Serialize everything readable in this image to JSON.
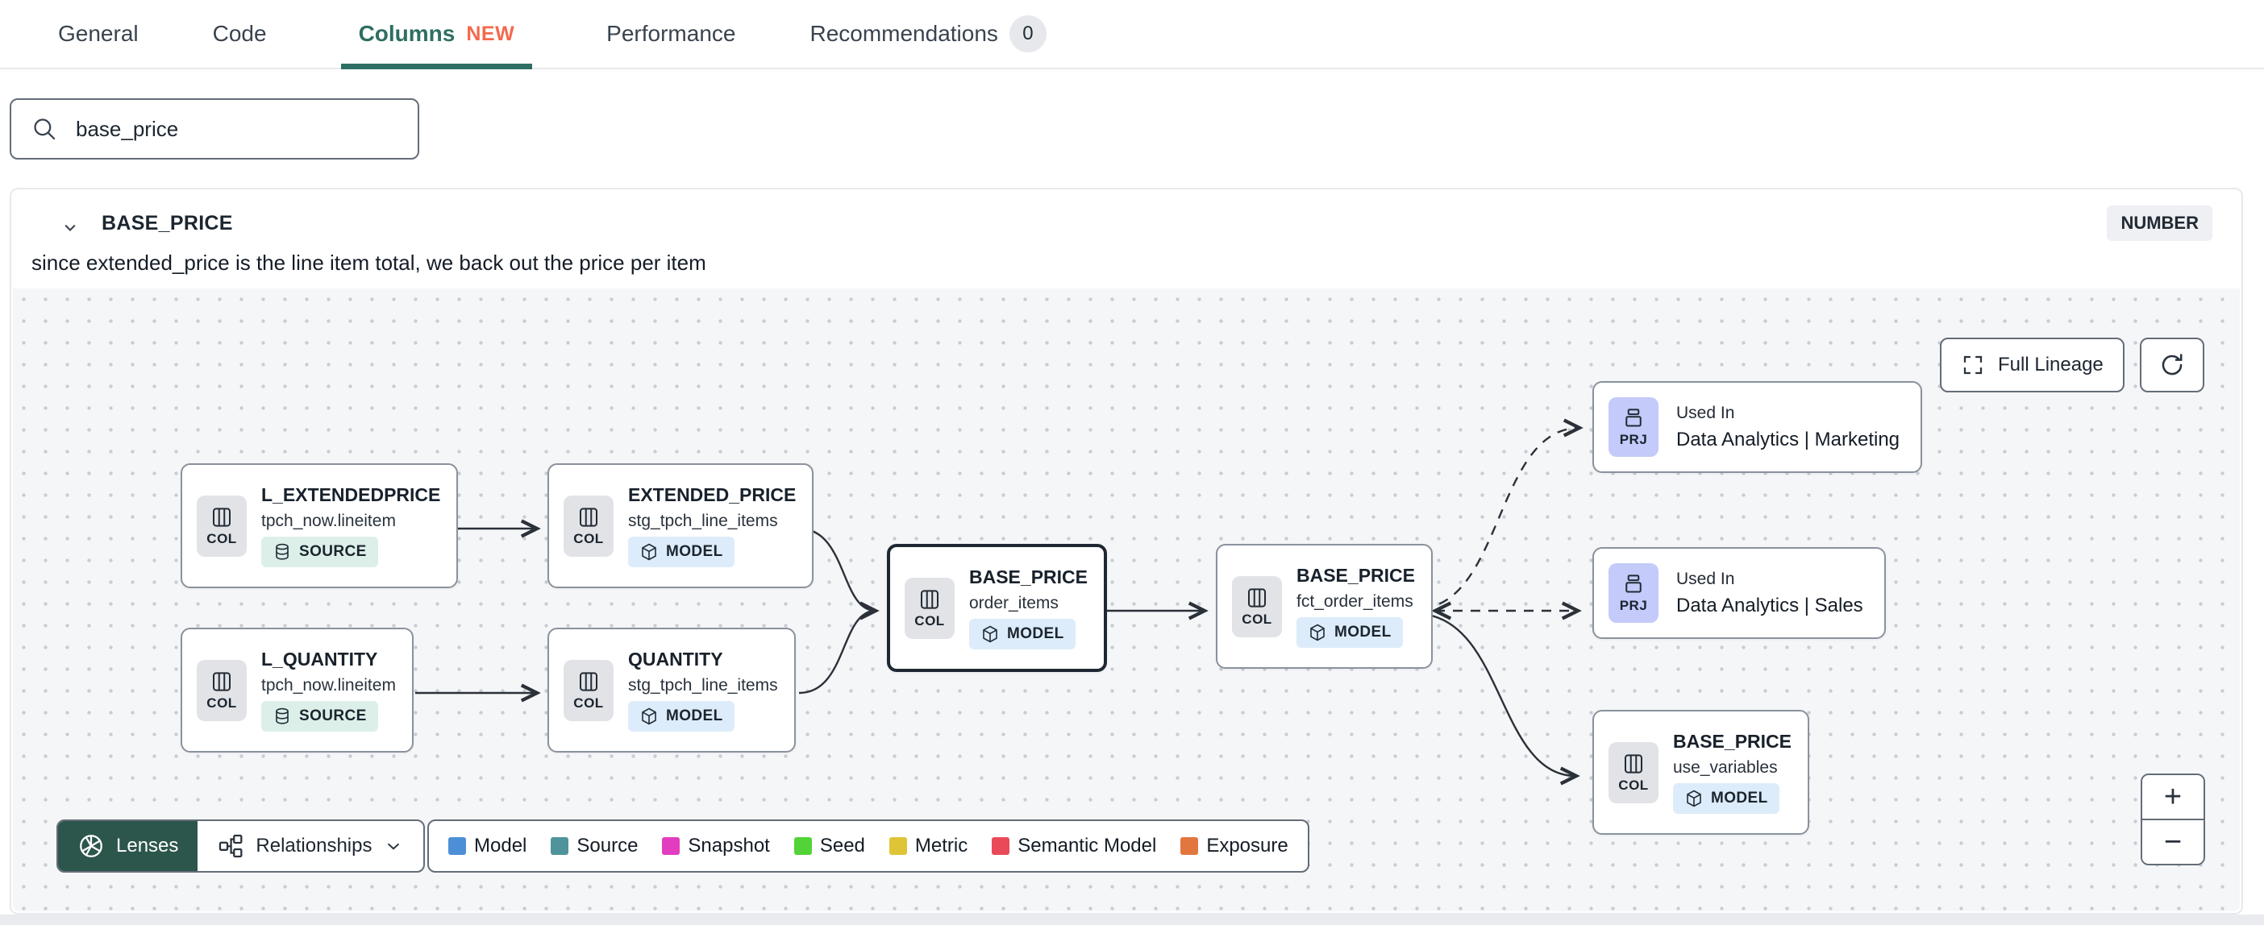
{
  "colors": {
    "accent_teal": "#2e6e63",
    "new_orange": "#f4694d",
    "lenses_bg": "#2c564c"
  },
  "tabs": {
    "general": "General",
    "code": "Code",
    "columns": "Columns",
    "columns_badge": "NEW",
    "performance": "Performance",
    "recommendations": "Recommendations",
    "recommendations_count": "0"
  },
  "search": {
    "value": "base_price"
  },
  "column_card": {
    "title": "BASE_PRICE",
    "type_badge": "NUMBER",
    "description": "since extended_price is the line item total, we back out the price per item"
  },
  "lineage": {
    "full_lineage_label": "Full Lineage",
    "zoom_in": "+",
    "zoom_out": "−",
    "lenses_label": "Lenses",
    "relationships_label": "Relationships",
    "nodes": [
      {
        "chip": "COL",
        "title": "L_EXTENDEDPRICE",
        "subtitle": "tpch_now.lineitem",
        "badge": "SOURCE"
      },
      {
        "chip": "COL",
        "title": "EXTENDED_PRICE",
        "subtitle": "stg_tpch_line_items",
        "badge": "MODEL"
      },
      {
        "chip": "COL",
        "title": "L_QUANTITY",
        "subtitle": "tpch_now.lineitem",
        "badge": "SOURCE"
      },
      {
        "chip": "COL",
        "title": "QUANTITY",
        "subtitle": "stg_tpch_line_items",
        "badge": "MODEL"
      },
      {
        "chip": "COL",
        "title": "BASE_PRICE",
        "subtitle": "order_items",
        "badge": "MODEL"
      },
      {
        "chip": "COL",
        "title": "BASE_PRICE",
        "subtitle": "fct_order_items",
        "badge": "MODEL"
      },
      {
        "chip": "PRJ",
        "kicker": "Used In",
        "title": "Data Analytics | Marketing"
      },
      {
        "chip": "PRJ",
        "kicker": "Used In",
        "title": "Data Analytics | Sales"
      },
      {
        "chip": "COL",
        "title": "BASE_PRICE",
        "subtitle": "use_variables",
        "badge": "MODEL"
      }
    ],
    "legend": [
      {
        "label": "Model",
        "color": "#4d8fd6"
      },
      {
        "label": "Source",
        "color": "#4f949b"
      },
      {
        "label": "Snapshot",
        "color": "#e23cc0"
      },
      {
        "label": "Seed",
        "color": "#52d337"
      },
      {
        "label": "Metric",
        "color": "#e0c437"
      },
      {
        "label": "Semantic Model",
        "color": "#ea4a57"
      },
      {
        "label": "Exposure",
        "color": "#e2763f"
      }
    ]
  }
}
